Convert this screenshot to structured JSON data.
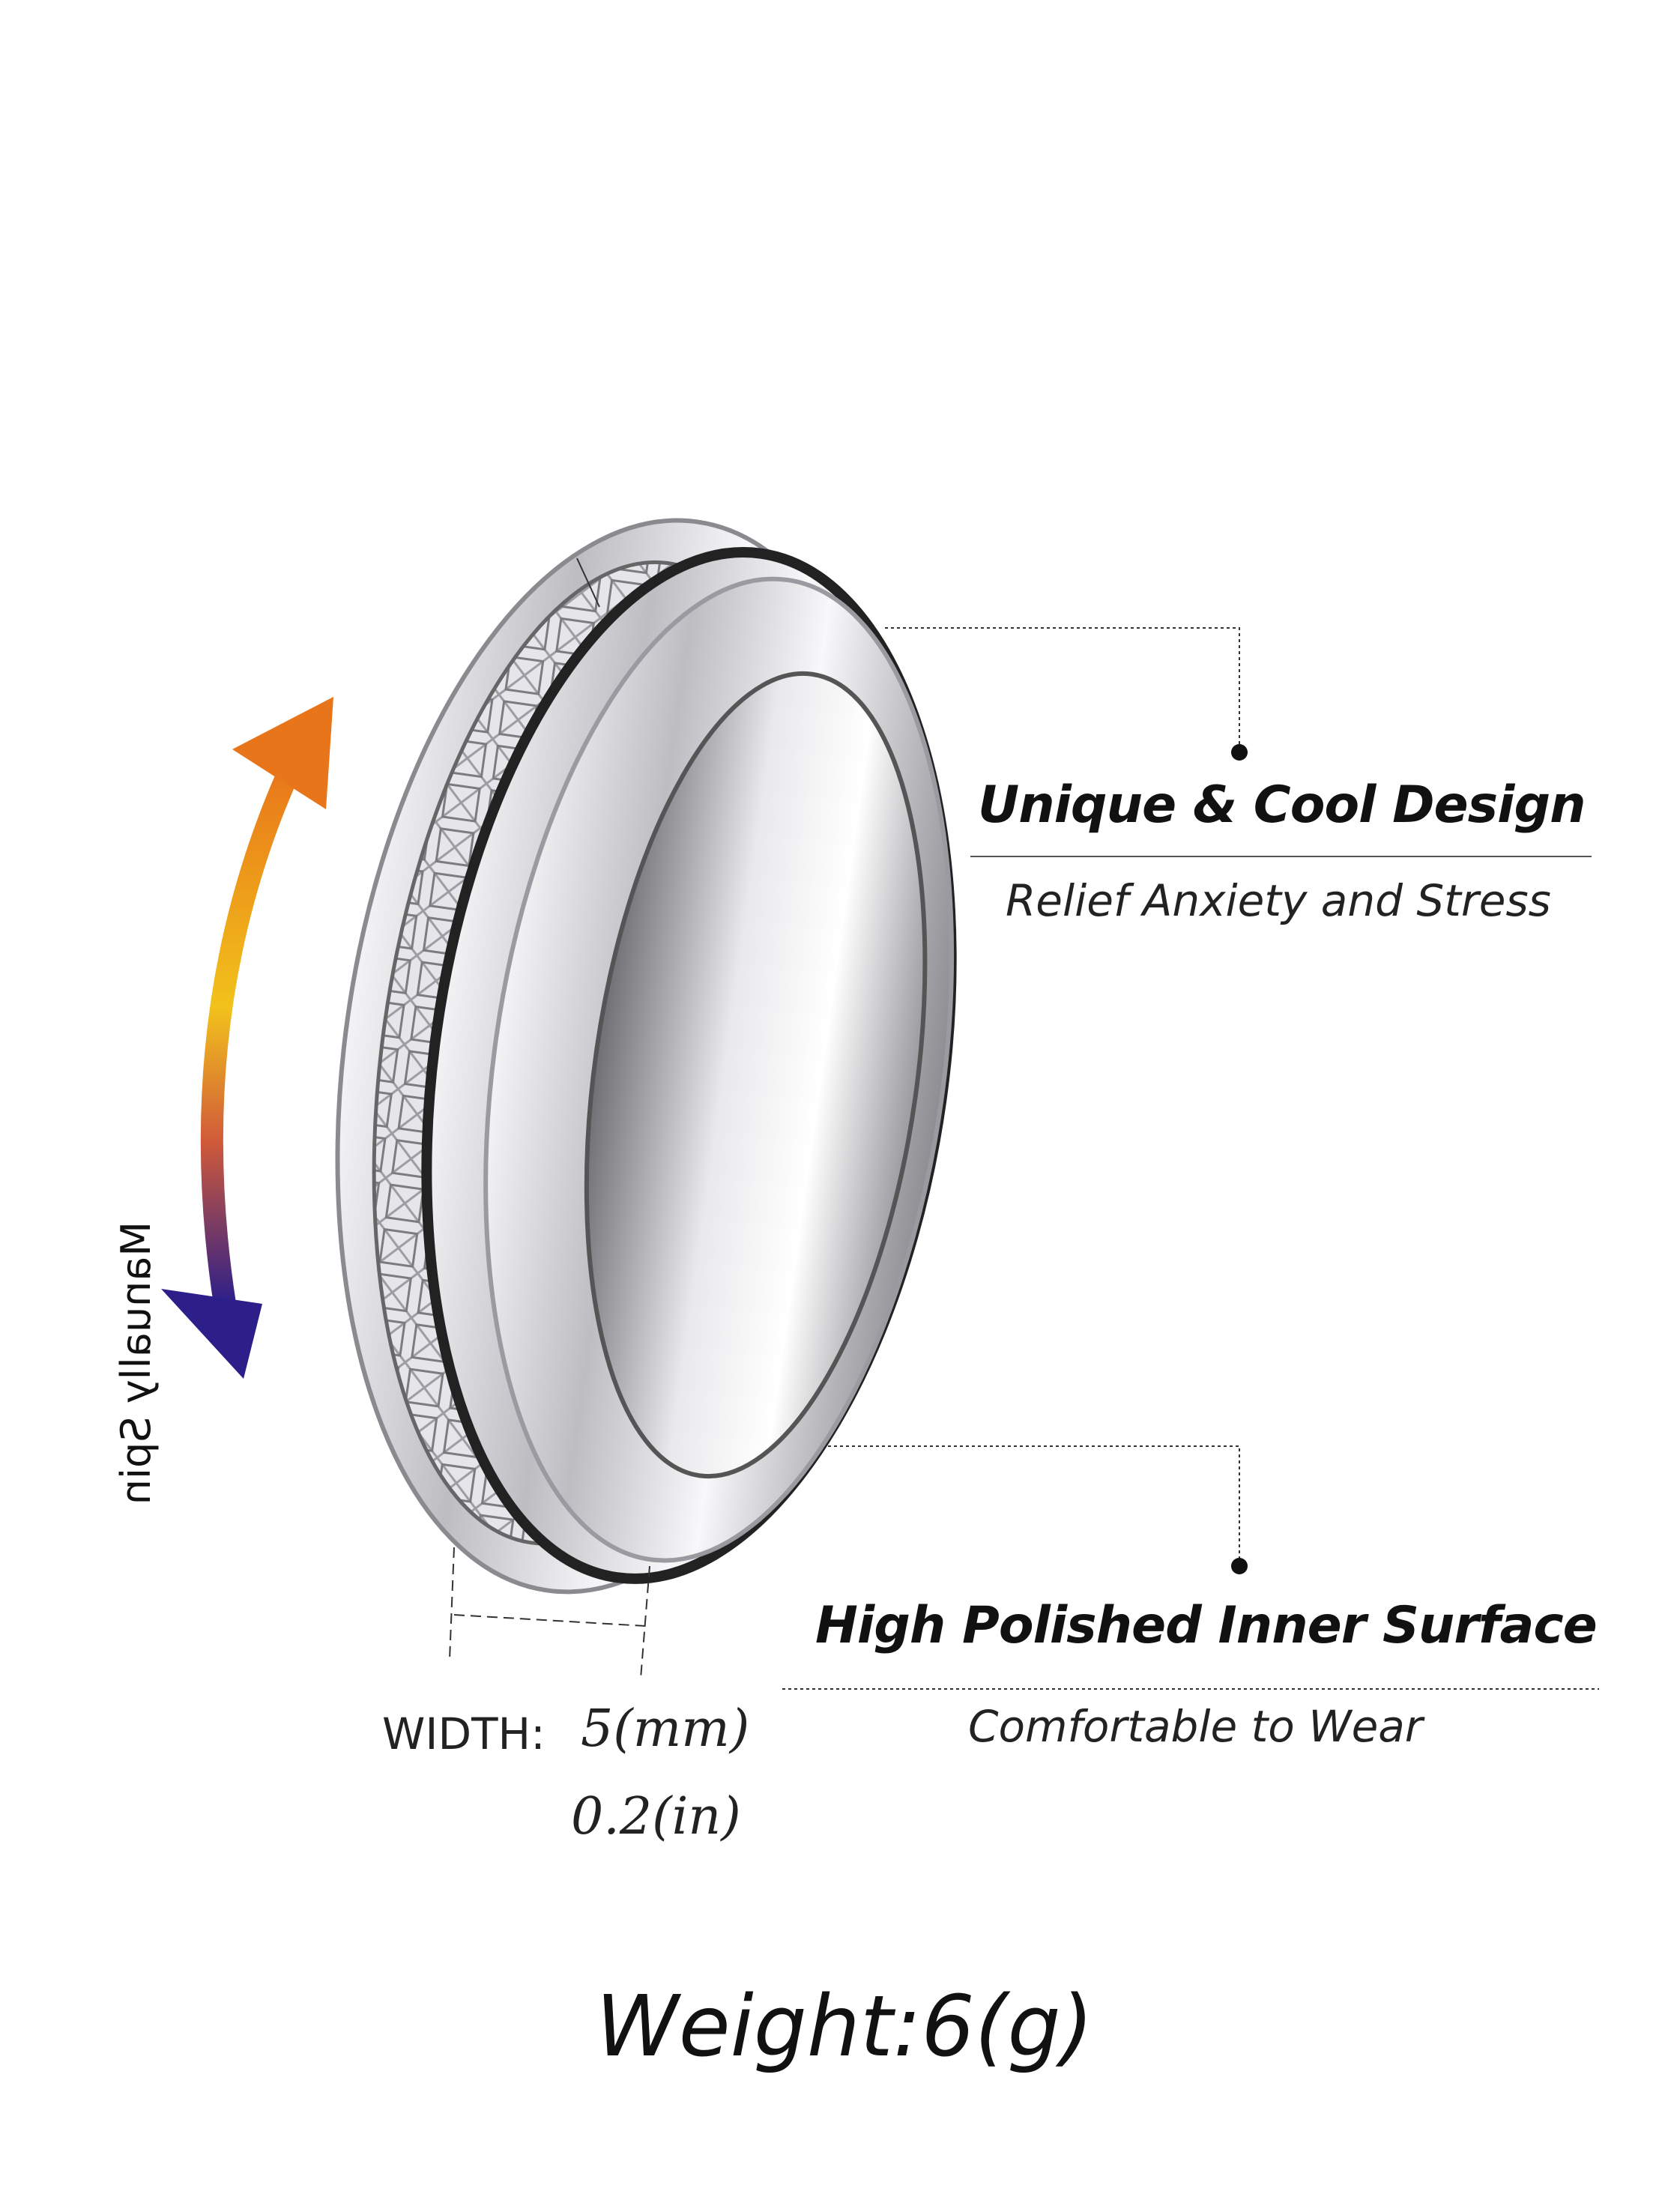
{
  "spin_label": "Manually Spin",
  "features": [
    {
      "title": "Unique & Cool Design",
      "subtitle": "Relief Anxiety and Stress"
    },
    {
      "title": "High Polished Inner Surface",
      "subtitle": "Comfortable to Wear"
    }
  ],
  "width": {
    "label": "WIDTH:",
    "mm": "5(mm)",
    "inch": "0.2(in)"
  },
  "weight": "Weight:6(g)",
  "colors": {
    "arrow_top": "#e8751a",
    "arrow_mid": "#f2c21b",
    "arrow_bottom": "#2c1f8a",
    "metal": "#c9c9cc"
  }
}
